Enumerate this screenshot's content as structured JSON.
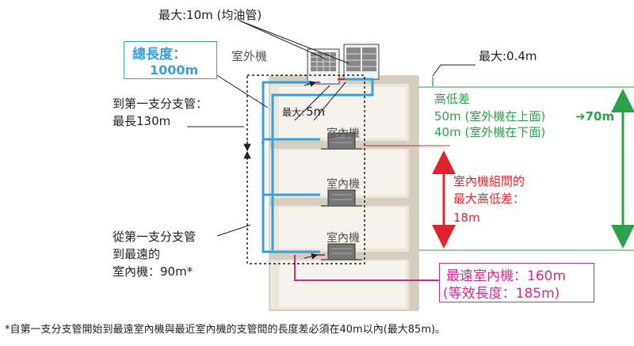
{
  "header_pipe": "最大:10m (均油管)",
  "outdoor_label": "室外機",
  "total_length": {
    "title": "總長度：",
    "value": "1000m"
  },
  "height_gap_top": "最大:0.4m",
  "first_branch": {
    "line1": "到第一支分支管：",
    "line2": "最長130m"
  },
  "max5": {
    "prefix": "最大:",
    "value": "5m"
  },
  "height_diff": {
    "title": "高低差",
    "line1": "50m (室外機在上面)",
    "line2": "40m (室外機在下面)",
    "result": "➔70m"
  },
  "indoor_labels": [
    "室內機",
    "室內機",
    "室內機"
  ],
  "indoor_diff": {
    "line1": "室內機組間的",
    "line2": "最大高低差：",
    "value": "18m"
  },
  "farthest_branch": {
    "line1": "從第一支分支管",
    "line2": "到最遠的",
    "line3": "室內機：90m*"
  },
  "farthest_unit": {
    "line1": "最遠室內機：160m",
    "line2": "(等效長度：185m)"
  },
  "footnote": "*自第一支分支管開始到最遠室內機與最近室內機的支管間的長度差必須在40m以內(最大85m)。",
  "colors": {
    "green": "#2aa14a",
    "red": "#e0242e",
    "blue": "#3aa0dc",
    "magenta": "#d12a8a",
    "building": "#ece7dd",
    "frame": "#d5cdbd"
  }
}
